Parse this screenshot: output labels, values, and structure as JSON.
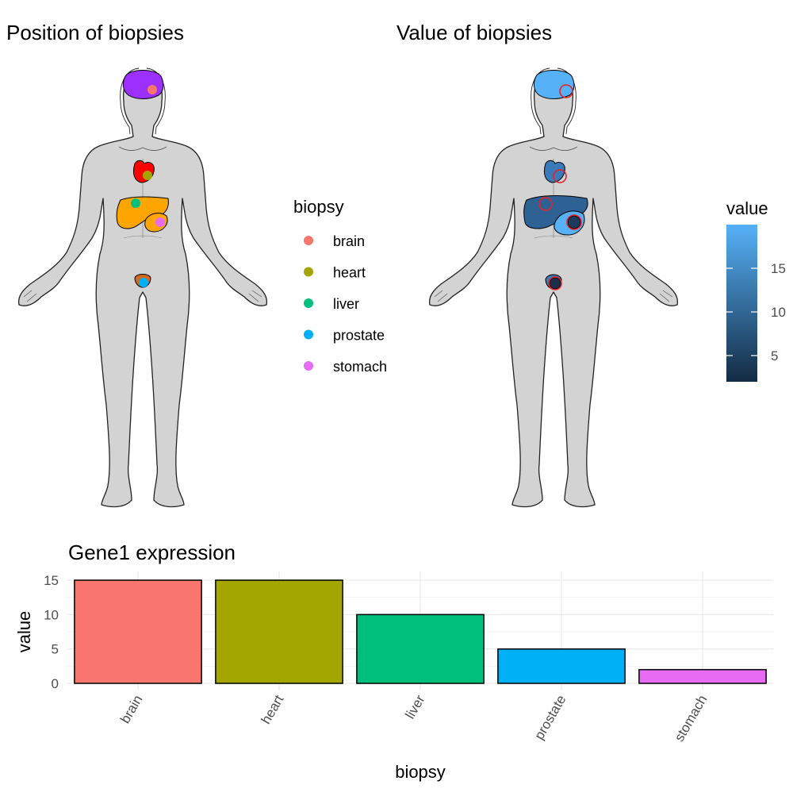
{
  "colors": {
    "brain": "#F8766D",
    "heart": "#A3A500",
    "liver": "#00BF7D",
    "prostate": "#00B0F6",
    "stomach": "#E76BF3",
    "body_fill": "#d3d3d3",
    "map_brain": "#9b30ff",
    "map_heart": "#ff0000",
    "map_liver": "#ffa500",
    "map_prostate": "#d2691e",
    "scale_low": "#132B43",
    "scale_high": "#56B1F7",
    "highlight_ring": "#e8202a"
  },
  "panels": {
    "position": {
      "title": "Position of biopsies",
      "legend_title": "biopsy",
      "legend_items": [
        "brain",
        "heart",
        "liver",
        "prostate",
        "stomach"
      ]
    },
    "value": {
      "title": "Value of biopsies",
      "legend_title": "value",
      "legend_ticks": [
        "15",
        "10",
        "5"
      ],
      "scale_range": [
        2,
        20
      ]
    }
  },
  "chart_data": {
    "type": "bar",
    "title": "Gene1 expression",
    "xlabel": "biopsy",
    "ylabel": "value",
    "categories": [
      "brain",
      "heart",
      "liver",
      "prostate",
      "stomach"
    ],
    "values": [
      15,
      15,
      10,
      5,
      2
    ],
    "ylim": [
      0,
      15
    ],
    "yticks": [
      0,
      5,
      10,
      15
    ],
    "grid": true,
    "legend": "none"
  }
}
